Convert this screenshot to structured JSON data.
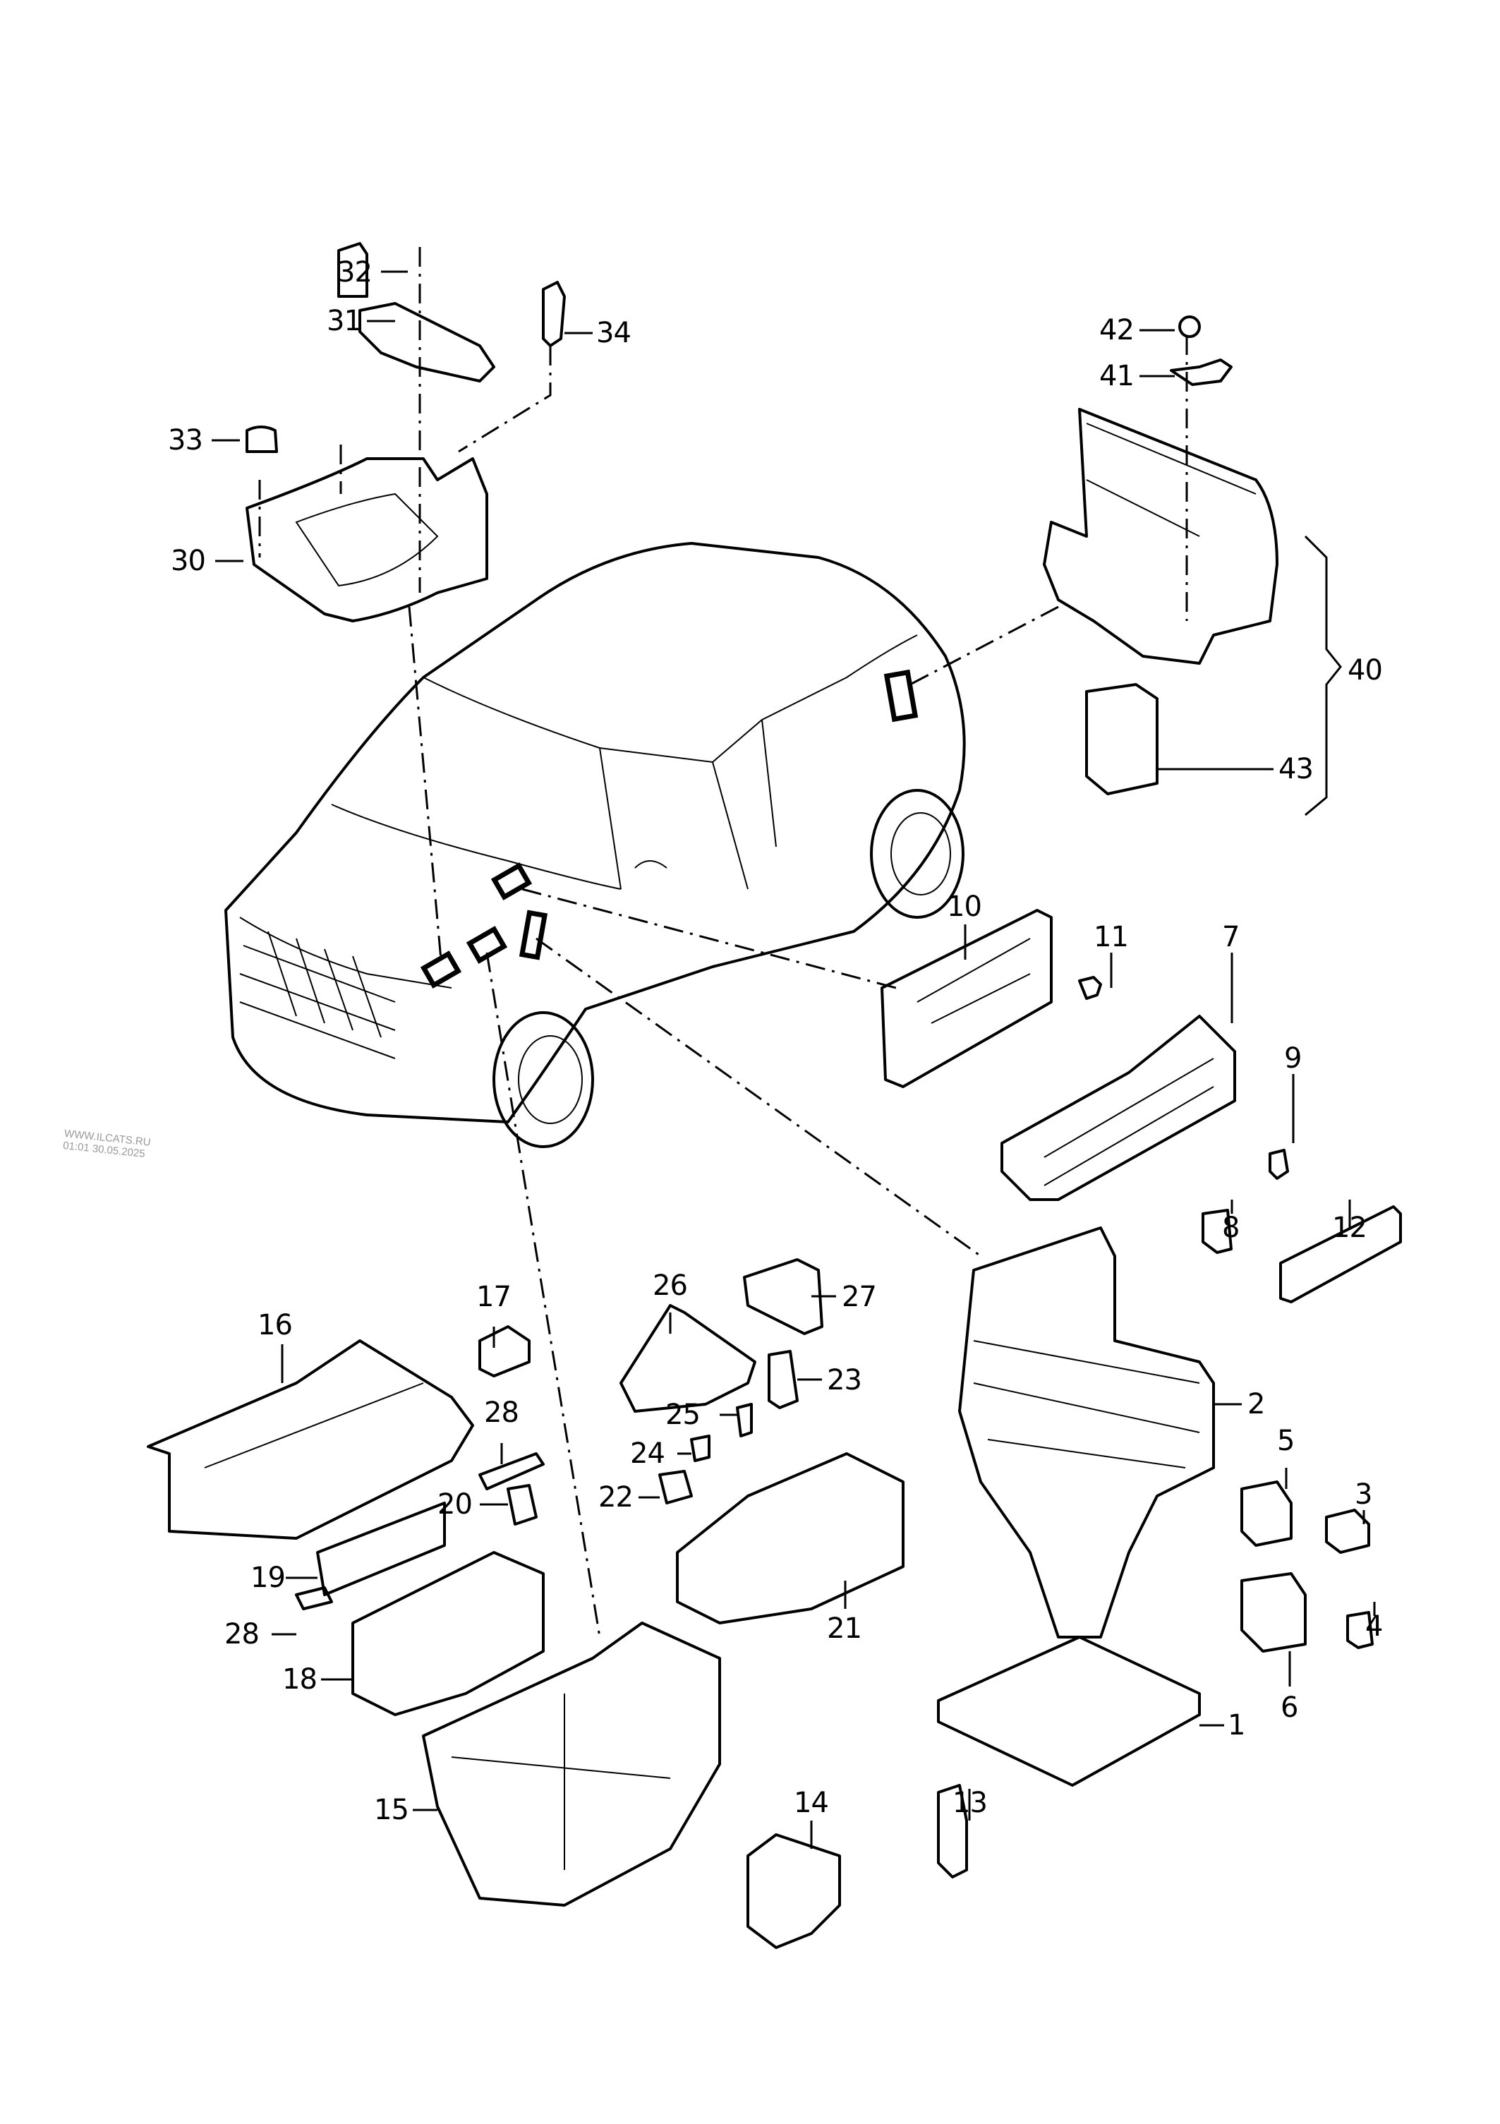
{
  "diagram": {
    "type": "exploded-parts-diagram",
    "subject": "Fuse/relay boxes and electrical components, hatchback car",
    "watermark": {
      "line1": "WWW.ILCATS.RU",
      "line2": "01:01 30.05.2025"
    },
    "callouts": [
      {
        "id": "c32",
        "label": "32",
        "part": "hex-bolt"
      },
      {
        "id": "c31",
        "label": "31",
        "part": "bracket-clip"
      },
      {
        "id": "c34",
        "label": "34",
        "part": "flange-bolt"
      },
      {
        "id": "c33",
        "label": "33",
        "part": "flange-nut"
      },
      {
        "id": "c30",
        "label": "30",
        "part": "battery-tray-carrier"
      },
      {
        "id": "c42",
        "label": "42",
        "part": "nut"
      },
      {
        "id": "c41",
        "label": "41",
        "part": "ground-strap"
      },
      {
        "id": "c40",
        "label": "40",
        "part": "relay-carrier-assembly"
      },
      {
        "id": "c43",
        "label": "43",
        "part": "relay-socket"
      },
      {
        "id": "c10",
        "label": "10",
        "part": "relay-plate"
      },
      {
        "id": "c11",
        "label": "11",
        "part": "screw"
      },
      {
        "id": "c7",
        "label": "7",
        "part": "fuse-box"
      },
      {
        "id": "c9",
        "label": "9",
        "part": "mini-fuse"
      },
      {
        "id": "c8",
        "label": "8",
        "part": "fuse"
      },
      {
        "id": "c12",
        "label": "12",
        "part": "fuse-holder-strip"
      },
      {
        "id": "c17",
        "label": "17",
        "part": "clip"
      },
      {
        "id": "c16",
        "label": "16",
        "part": "fuse-box-cover"
      },
      {
        "id": "c26",
        "label": "26",
        "part": "retainer"
      },
      {
        "id": "c27",
        "label": "27",
        "part": "cover-cap"
      },
      {
        "id": "c23",
        "label": "23",
        "part": "maxi-fuse"
      },
      {
        "id": "c25",
        "label": "25",
        "part": "mini-fuse"
      },
      {
        "id": "c24",
        "label": "24",
        "part": "flat-fuse"
      },
      {
        "id": "c22",
        "label": "22",
        "part": "relay"
      },
      {
        "id": "c28a",
        "label": "28",
        "part": "holder"
      },
      {
        "id": "c20",
        "label": "20",
        "part": "relay"
      },
      {
        "id": "c19",
        "label": "19",
        "part": "fuse-strip"
      },
      {
        "id": "c28b",
        "label": "28",
        "part": "holder"
      },
      {
        "id": "c18",
        "label": "18",
        "part": "fuse-holder"
      },
      {
        "id": "c21",
        "label": "21",
        "part": "relay-box"
      },
      {
        "id": "c2",
        "label": "2",
        "part": "relay-carrier"
      },
      {
        "id": "c5",
        "label": "5",
        "part": "relay-socket"
      },
      {
        "id": "c3",
        "label": "3",
        "part": "relay"
      },
      {
        "id": "c4",
        "label": "4",
        "part": "fuse"
      },
      {
        "id": "c6",
        "label": "6",
        "part": "connector-housing"
      },
      {
        "id": "c1",
        "label": "1",
        "part": "cover"
      },
      {
        "id": "c15",
        "label": "15",
        "part": "fuse-box-housing"
      },
      {
        "id": "c14",
        "label": "14",
        "part": "socket-housing"
      },
      {
        "id": "c13",
        "label": "13",
        "part": "connector"
      }
    ]
  }
}
